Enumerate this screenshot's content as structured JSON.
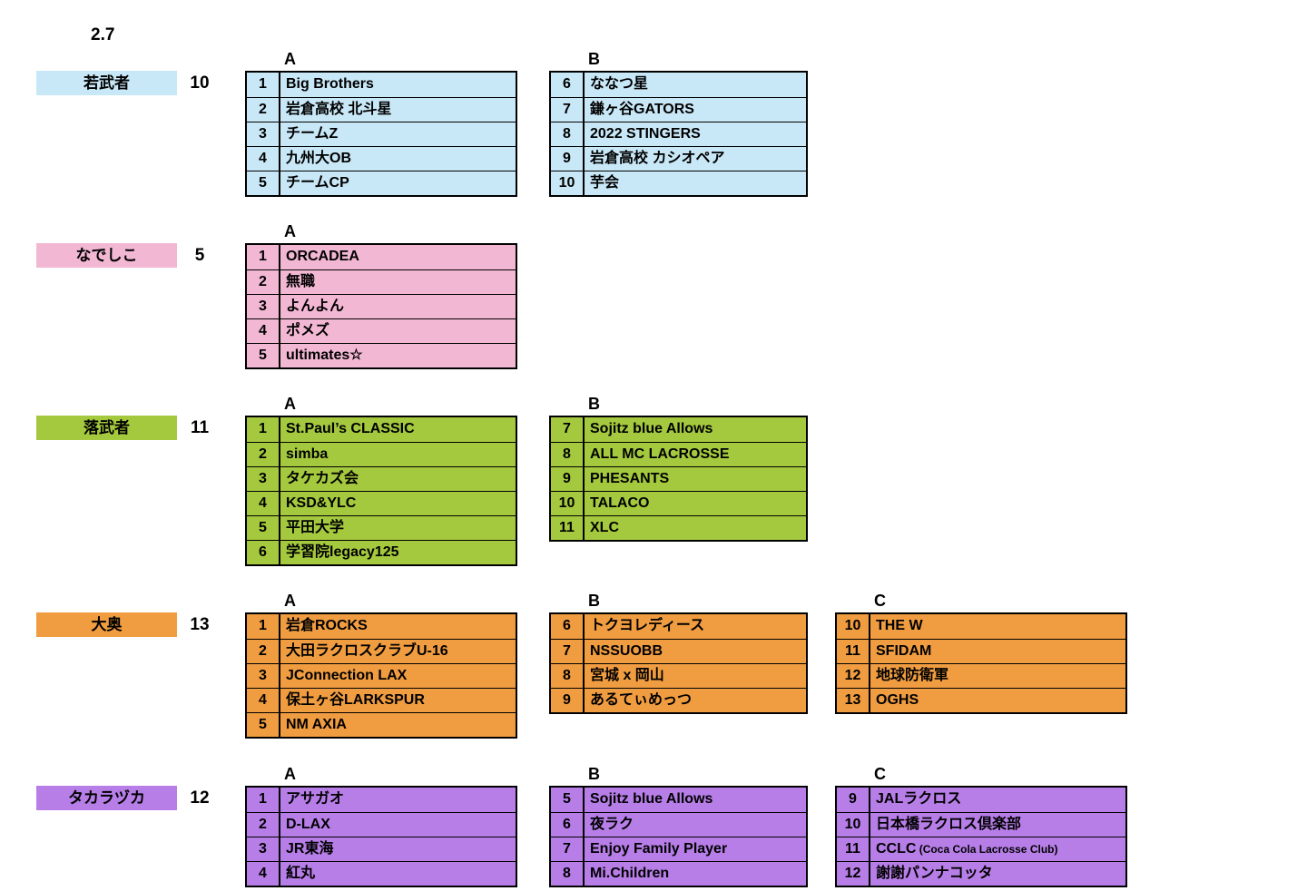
{
  "page": {
    "date_label": "2.7"
  },
  "divisions": [
    {
      "id": "wakamusha",
      "name": "若武者",
      "count": "10",
      "color": "#c9e8f7",
      "groups": [
        {
          "label": "A",
          "teams": [
            {
              "no": "1",
              "name": "Big Brothers"
            },
            {
              "no": "2",
              "name": "岩倉高校 北斗星"
            },
            {
              "no": "3",
              "name": "チームZ"
            },
            {
              "no": "4",
              "name": "九州大OB"
            },
            {
              "no": "5",
              "name": "チームCP"
            }
          ]
        },
        {
          "label": "B",
          "teams": [
            {
              "no": "6",
              "name": "ななつ星"
            },
            {
              "no": "7",
              "name": "鎌ヶ谷GATORS"
            },
            {
              "no": "8",
              "name": "2022 STINGERS"
            },
            {
              "no": "9",
              "name": "岩倉高校 カシオペア"
            },
            {
              "no": "10",
              "name": "芋会"
            }
          ]
        }
      ]
    },
    {
      "id": "nadeshiko",
      "name": "なでしこ",
      "count": "5",
      "color": "#f2b7d3",
      "groups": [
        {
          "label": "A",
          "teams": [
            {
              "no": "1",
              "name": "ORCADEA"
            },
            {
              "no": "2",
              "name": "無職"
            },
            {
              "no": "3",
              "name": "よんよん"
            },
            {
              "no": "4",
              "name": "ポメズ"
            },
            {
              "no": "5",
              "name": "ultimates☆"
            }
          ]
        }
      ]
    },
    {
      "id": "ochimusha",
      "name": "落武者",
      "count": "11",
      "color": "#a5c93e",
      "groups": [
        {
          "label": "A",
          "teams": [
            {
              "no": "1",
              "name": "St.Paul’s CLASSIC"
            },
            {
              "no": "2",
              "name": "simba"
            },
            {
              "no": "3",
              "name": "タケカズ会"
            },
            {
              "no": "4",
              "name": "KSD&YLC"
            },
            {
              "no": "5",
              "name": "平田大学"
            },
            {
              "no": "6",
              "name": "学習院legacy125"
            }
          ]
        },
        {
          "label": "B",
          "teams": [
            {
              "no": "7",
              "name": "Sojitz blue Allows"
            },
            {
              "no": "8",
              "name": "ALL MC LACROSSE"
            },
            {
              "no": "9",
              "name": "PHESANTS"
            },
            {
              "no": "10",
              "name": "TALACO"
            },
            {
              "no": "11",
              "name": "XLC"
            }
          ]
        }
      ]
    },
    {
      "id": "oooku",
      "name": "大奥",
      "count": "13",
      "color": "#f09c40",
      "groups": [
        {
          "label": "A",
          "teams": [
            {
              "no": "1",
              "name": "岩倉ROCKS"
            },
            {
              "no": "2",
              "name": "大田ラクロスクラブU-16"
            },
            {
              "no": "3",
              "name": "JConnection LAX"
            },
            {
              "no": "4",
              "name": "保土ヶ谷LARKSPUR"
            },
            {
              "no": "5",
              "name": "NM AXIA"
            }
          ]
        },
        {
          "label": "B",
          "teams": [
            {
              "no": "6",
              "name": "トクヨレディース"
            },
            {
              "no": "7",
              "name": "NSSUOBB"
            },
            {
              "no": "8",
              "name": "宮城 x 岡山"
            },
            {
              "no": "9",
              "name": "あるてぃめっつ"
            }
          ]
        },
        {
          "label": "C",
          "teams": [
            {
              "no": "10",
              "name": "THE W"
            },
            {
              "no": "11",
              "name": "SFIDAM"
            },
            {
              "no": "12",
              "name": "地球防衛軍"
            },
            {
              "no": "13",
              "name": "OGHS"
            }
          ]
        }
      ]
    },
    {
      "id": "takarazuka",
      "name": "タカラヅカ",
      "count": "12",
      "color": "#b77ee8",
      "groups": [
        {
          "label": "A",
          "teams": [
            {
              "no": "1",
              "name": "アサガオ"
            },
            {
              "no": "2",
              "name": "D-LAX"
            },
            {
              "no": "3",
              "name": "JR東海"
            },
            {
              "no": "4",
              "name": "紅丸"
            }
          ]
        },
        {
          "label": "B",
          "teams": [
            {
              "no": "5",
              "name": "Sojitz blue Allows"
            },
            {
              "no": "6",
              "name": "夜ラク"
            },
            {
              "no": "7",
              "name": "Enjoy Family Player"
            },
            {
              "no": "8",
              "name": "Mi.Children"
            }
          ]
        },
        {
          "label": "C",
          "teams": [
            {
              "no": "9",
              "name": "JALラクロス"
            },
            {
              "no": "10",
              "name": "日本橋ラクロス倶楽部"
            },
            {
              "no": "11",
              "name": "CCLC",
              "note": "(Coca Cola Lacrosse Club)"
            },
            {
              "no": "12",
              "name": "謝謝パンナコッタ"
            }
          ]
        }
      ]
    }
  ]
}
